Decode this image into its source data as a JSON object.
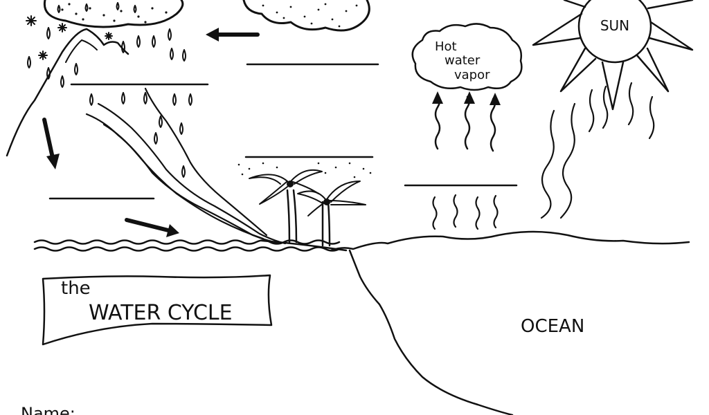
{
  "labels": {
    "sun": "SUN",
    "vapor_line1": "Hot",
    "vapor_line2": "water",
    "vapor_line3": "vapor",
    "title_small": "the",
    "title_big": "WATER CYCLE",
    "ocean": "OCEAN",
    "name": "Name:"
  },
  "colors": {
    "ink": "#111111",
    "paper": "#ffffff"
  }
}
